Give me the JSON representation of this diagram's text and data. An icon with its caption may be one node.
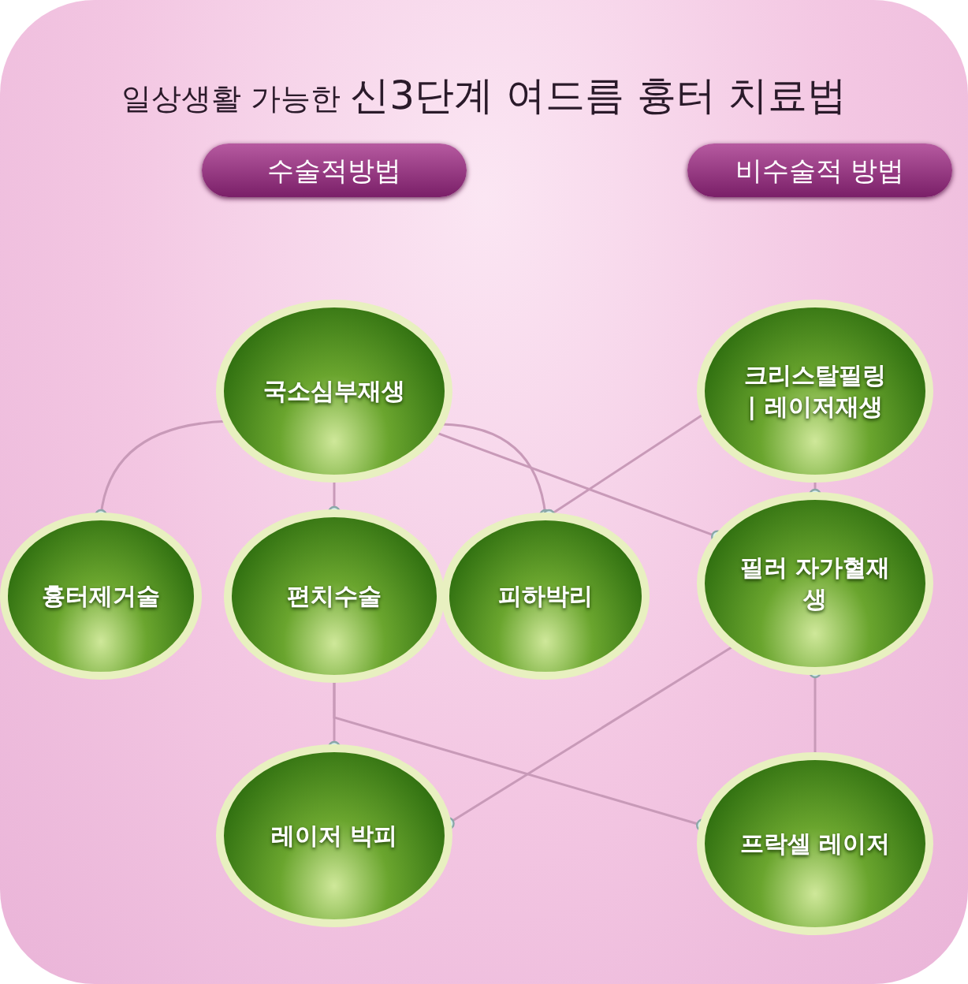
{
  "diagram": {
    "title": "일상생활 가능한 **신3단계 여드름 흉터 치료법**",
    "nodes": [
      {
        "text": [
          "수술적방법"
        ]
      },
      {
        "text": [
          "비수술적 방법"
        ]
      },
      {
        "text": [
          "국소심부재생"
        ]
      },
      {
        "text": [
          "크리스탈필링 | 레이저재생"
        ]
      },
      {
        "text": [
          "흉터제거술"
        ]
      },
      {
        "text": [
          "편치수술"
        ]
      },
      {
        "text": [
          "피하박리"
        ]
      },
      {
        "text": [
          "필러 자가혈재생"
        ]
      },
      {
        "text": [
          "레이저 박피"
        ]
      },
      {
        "text": [
          "프락셀 레이저"
        ]
      }
    ],
    "edges": [
      {
        "from": 2,
        "to": 4,
        "arrow": "other"
      },
      {
        "from": 2,
        "to": 5,
        "arrow": "other"
      },
      {
        "from": 2,
        "to": 6,
        "arrow": "other"
      },
      {
        "from": 2,
        "to": 7,
        "arrow": "other"
      },
      {
        "from": 3,
        "to": 6,
        "arrow": "other"
      },
      {
        "from": 3,
        "to": 7,
        "arrow": "other"
      },
      {
        "from": 5,
        "to": 8,
        "arrow": "other"
      },
      {
        "from": 5,
        "to": 9,
        "arrow": "other"
      },
      {
        "from": 7,
        "to": 8,
        "arrow": "other"
      },
      {
        "from": 9,
        "to": 7,
        "arrow": "other"
      }
    ]
  }
}
